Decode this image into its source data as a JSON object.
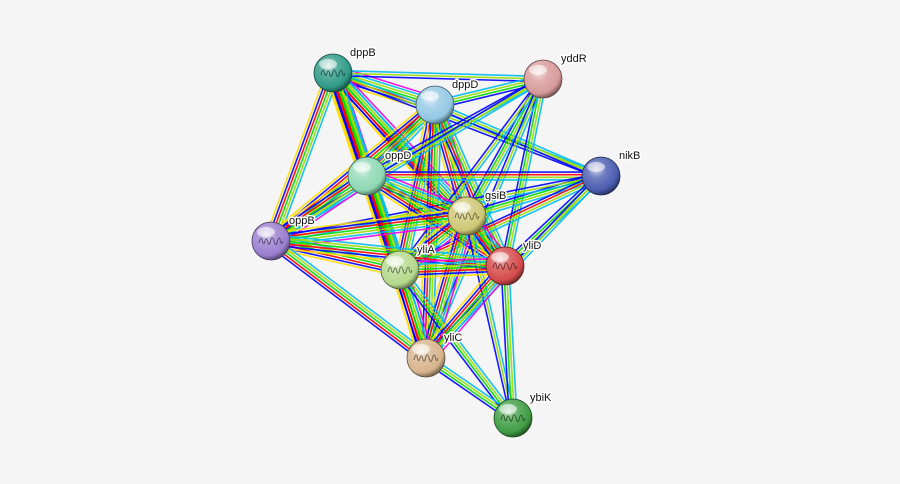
{
  "network": {
    "nodes": [
      {
        "id": "dppB",
        "label": "dppB",
        "color": "#2f9a86",
        "structure": true
      },
      {
        "id": "dppD",
        "label": "dppD",
        "color": "#93c8e4",
        "structure": false
      },
      {
        "id": "yddR",
        "label": "yddR",
        "color": "#d89a9a",
        "structure": false
      },
      {
        "id": "nikB",
        "label": "nikB",
        "color": "#4b5cb0",
        "structure": false
      },
      {
        "id": "oppD",
        "label": "oppD",
        "color": "#8fd8b4",
        "structure": false
      },
      {
        "id": "gsiB",
        "label": "gsiB",
        "color": "#cfc774",
        "structure": true
      },
      {
        "id": "oppB",
        "label": "oppB",
        "color": "#9a7ed0",
        "structure": true
      },
      {
        "id": "yliA",
        "label": "yliA",
        "color": "#b4d98c",
        "structure": true
      },
      {
        "id": "yliD",
        "label": "yliD",
        "color": "#d44a4a",
        "structure": true
      },
      {
        "id": "yliC",
        "label": "yliC",
        "color": "#d7b48c",
        "structure": true
      },
      {
        "id": "ybiK",
        "label": "ybiK",
        "color": "#3f9d44",
        "structure": true
      }
    ],
    "edge_colors": {
      "experiments": "#ee00ee",
      "databases": "#00bbee",
      "textmining": "#99dd00",
      "coexpression": "#222222",
      "neighborhood": "#00dd00",
      "fusion": "#ff0000",
      "cooccurrence": "#0000ff",
      "homology": "#ffdd00"
    },
    "edges": [
      {
        "source": "dppB",
        "target": "dppD",
        "evidence": [
          "experiments",
          "databases",
          "textmining",
          "neighborhood",
          "fusion",
          "cooccurrence",
          "homology"
        ]
      },
      {
        "source": "dppB",
        "target": "yddR",
        "evidence": [
          "databases",
          "textmining",
          "cooccurrence"
        ]
      },
      {
        "source": "dppB",
        "target": "nikB",
        "evidence": [
          "databases",
          "textmining",
          "cooccurrence"
        ]
      },
      {
        "source": "dppB",
        "target": "oppD",
        "evidence": [
          "experiments",
          "databases",
          "textmining",
          "neighborhood",
          "fusion",
          "cooccurrence",
          "homology"
        ]
      },
      {
        "source": "dppB",
        "target": "gsiB",
        "evidence": [
          "experiments",
          "databases",
          "textmining",
          "neighborhood",
          "fusion",
          "cooccurrence",
          "homology"
        ]
      },
      {
        "source": "dppB",
        "target": "oppB",
        "evidence": [
          "databases",
          "textmining",
          "neighborhood",
          "fusion",
          "cooccurrence",
          "homology"
        ]
      },
      {
        "source": "dppB",
        "target": "yliA",
        "evidence": [
          "databases",
          "textmining",
          "neighborhood",
          "fusion",
          "cooccurrence",
          "homology"
        ]
      },
      {
        "source": "dppB",
        "target": "yliD",
        "evidence": [
          "databases",
          "textmining",
          "neighborhood",
          "fusion",
          "cooccurrence",
          "homology"
        ]
      },
      {
        "source": "dppB",
        "target": "yliC",
        "evidence": [
          "databases",
          "textmining",
          "neighborhood",
          "fusion",
          "cooccurrence",
          "homology"
        ]
      },
      {
        "source": "dppD",
        "target": "yddR",
        "evidence": [
          "databases",
          "textmining",
          "neighborhood",
          "cooccurrence"
        ]
      },
      {
        "source": "dppD",
        "target": "nikB",
        "evidence": [
          "databases",
          "textmining",
          "cooccurrence"
        ]
      },
      {
        "source": "dppD",
        "target": "oppD",
        "evidence": [
          "databases",
          "textmining",
          "neighborhood",
          "fusion",
          "cooccurrence",
          "homology"
        ]
      },
      {
        "source": "dppD",
        "target": "gsiB",
        "evidence": [
          "experiments",
          "databases",
          "textmining",
          "neighborhood",
          "fusion",
          "cooccurrence",
          "homology"
        ]
      },
      {
        "source": "dppD",
        "target": "oppB",
        "evidence": [
          "databases",
          "textmining",
          "neighborhood",
          "fusion",
          "cooccurrence",
          "homology"
        ]
      },
      {
        "source": "dppD",
        "target": "yliA",
        "evidence": [
          "databases",
          "textmining",
          "neighborhood",
          "fusion",
          "cooccurrence",
          "homology"
        ]
      },
      {
        "source": "dppD",
        "target": "yliD",
        "evidence": [
          "databases",
          "textmining",
          "neighborhood",
          "fusion",
          "cooccurrence",
          "homology"
        ]
      },
      {
        "source": "dppD",
        "target": "yliC",
        "evidence": [
          "databases",
          "textmining",
          "neighborhood",
          "fusion",
          "cooccurrence",
          "homology"
        ]
      },
      {
        "source": "yddR",
        "target": "oppD",
        "evidence": [
          "databases",
          "textmining",
          "cooccurrence"
        ]
      },
      {
        "source": "yddR",
        "target": "gsiB",
        "evidence": [
          "databases",
          "textmining",
          "neighborhood",
          "cooccurrence"
        ]
      },
      {
        "source": "yddR",
        "target": "yliA",
        "evidence": [
          "databases",
          "textmining",
          "cooccurrence"
        ]
      },
      {
        "source": "yddR",
        "target": "yliD",
        "evidence": [
          "databases",
          "textmining",
          "neighborhood",
          "cooccurrence"
        ]
      },
      {
        "source": "yddR",
        "target": "yliC",
        "evidence": [
          "databases",
          "textmining",
          "cooccurrence"
        ]
      },
      {
        "source": "yddR",
        "target": "oppB",
        "evidence": [
          "databases",
          "textmining",
          "cooccurrence"
        ]
      },
      {
        "source": "nikB",
        "target": "oppD",
        "evidence": [
          "databases",
          "textmining",
          "fusion",
          "cooccurrence"
        ]
      },
      {
        "source": "nikB",
        "target": "gsiB",
        "evidence": [
          "databases",
          "textmining",
          "neighborhood",
          "cooccurrence"
        ]
      },
      {
        "source": "nikB",
        "target": "oppB",
        "evidence": [
          "databases",
          "textmining",
          "cooccurrence"
        ]
      },
      {
        "source": "nikB",
        "target": "yliA",
        "evidence": [
          "databases",
          "textmining",
          "fusion",
          "cooccurrence"
        ]
      },
      {
        "source": "nikB",
        "target": "yliD",
        "evidence": [
          "databases",
          "textmining",
          "neighborhood",
          "cooccurrence"
        ]
      },
      {
        "source": "nikB",
        "target": "yliC",
        "evidence": [
          "databases",
          "textmining",
          "cooccurrence"
        ]
      },
      {
        "source": "oppD",
        "target": "gsiB",
        "evidence": [
          "experiments",
          "databases",
          "textmining",
          "neighborhood",
          "fusion",
          "cooccurrence",
          "homology"
        ]
      },
      {
        "source": "oppD",
        "target": "oppB",
        "evidence": [
          "experiments",
          "databases",
          "textmining",
          "neighborhood",
          "fusion",
          "cooccurrence",
          "homology"
        ]
      },
      {
        "source": "oppD",
        "target": "yliA",
        "evidence": [
          "databases",
          "textmining",
          "neighborhood",
          "fusion",
          "cooccurrence",
          "homology"
        ]
      },
      {
        "source": "oppD",
        "target": "yliD",
        "evidence": [
          "databases",
          "textmining",
          "neighborhood",
          "fusion",
          "cooccurrence",
          "homology"
        ]
      },
      {
        "source": "oppD",
        "target": "yliC",
        "evidence": [
          "databases",
          "textmining",
          "neighborhood",
          "fusion",
          "cooccurrence",
          "homology"
        ]
      },
      {
        "source": "gsiB",
        "target": "oppB",
        "evidence": [
          "experiments",
          "databases",
          "textmining",
          "neighborhood",
          "fusion",
          "cooccurrence",
          "homology"
        ]
      },
      {
        "source": "gsiB",
        "target": "yliA",
        "evidence": [
          "experiments",
          "databases",
          "textmining",
          "neighborhood",
          "fusion",
          "cooccurrence",
          "homology"
        ]
      },
      {
        "source": "gsiB",
        "target": "yliD",
        "evidence": [
          "experiments",
          "databases",
          "textmining",
          "neighborhood",
          "fusion",
          "cooccurrence",
          "homology"
        ]
      },
      {
        "source": "gsiB",
        "target": "yliC",
        "evidence": [
          "experiments",
          "databases",
          "textmining",
          "neighborhood",
          "fusion",
          "cooccurrence",
          "homology"
        ]
      },
      {
        "source": "gsiB",
        "target": "ybiK",
        "evidence": [
          "databases",
          "textmining",
          "cooccurrence"
        ]
      },
      {
        "source": "oppB",
        "target": "yliA",
        "evidence": [
          "databases",
          "textmining",
          "neighborhood",
          "fusion",
          "cooccurrence",
          "homology"
        ]
      },
      {
        "source": "oppB",
        "target": "yliD",
        "evidence": [
          "databases",
          "textmining",
          "neighborhood",
          "fusion",
          "cooccurrence",
          "homology"
        ]
      },
      {
        "source": "oppB",
        "target": "yliC",
        "evidence": [
          "databases",
          "textmining",
          "neighborhood",
          "fusion",
          "cooccurrence"
        ]
      },
      {
        "source": "yliA",
        "target": "yliD",
        "evidence": [
          "experiments",
          "databases",
          "textmining",
          "neighborhood",
          "fusion",
          "cooccurrence",
          "homology"
        ]
      },
      {
        "source": "yliA",
        "target": "yliC",
        "evidence": [
          "experiments",
          "databases",
          "textmining",
          "neighborhood",
          "fusion",
          "cooccurrence",
          "homology"
        ]
      },
      {
        "source": "yliA",
        "target": "ybiK",
        "evidence": [
          "databases",
          "textmining",
          "neighborhood",
          "cooccurrence"
        ]
      },
      {
        "source": "yliD",
        "target": "yliC",
        "evidence": [
          "experiments",
          "databases",
          "textmining",
          "neighborhood",
          "fusion",
          "cooccurrence",
          "homology"
        ]
      },
      {
        "source": "yliD",
        "target": "ybiK",
        "evidence": [
          "databases",
          "textmining",
          "neighborhood",
          "cooccurrence"
        ]
      },
      {
        "source": "yliC",
        "target": "ybiK",
        "evidence": [
          "databases",
          "textmining",
          "neighborhood",
          "cooccurrence"
        ]
      }
    ]
  }
}
